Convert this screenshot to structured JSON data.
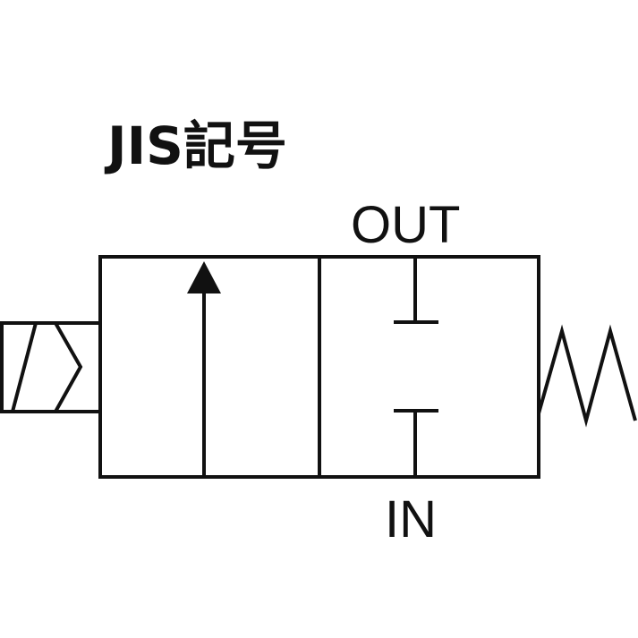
{
  "diagram": {
    "title": "JIS記号",
    "ports": {
      "out": "OUT",
      "in": "IN"
    },
    "symbols": {
      "actuator": "solenoid-icon",
      "return": "spring-icon",
      "flow": "flow-arrow-icon",
      "blocked": "blocked-port-icon"
    },
    "colors": {
      "line": "#111111",
      "background": "#ffffff"
    }
  }
}
